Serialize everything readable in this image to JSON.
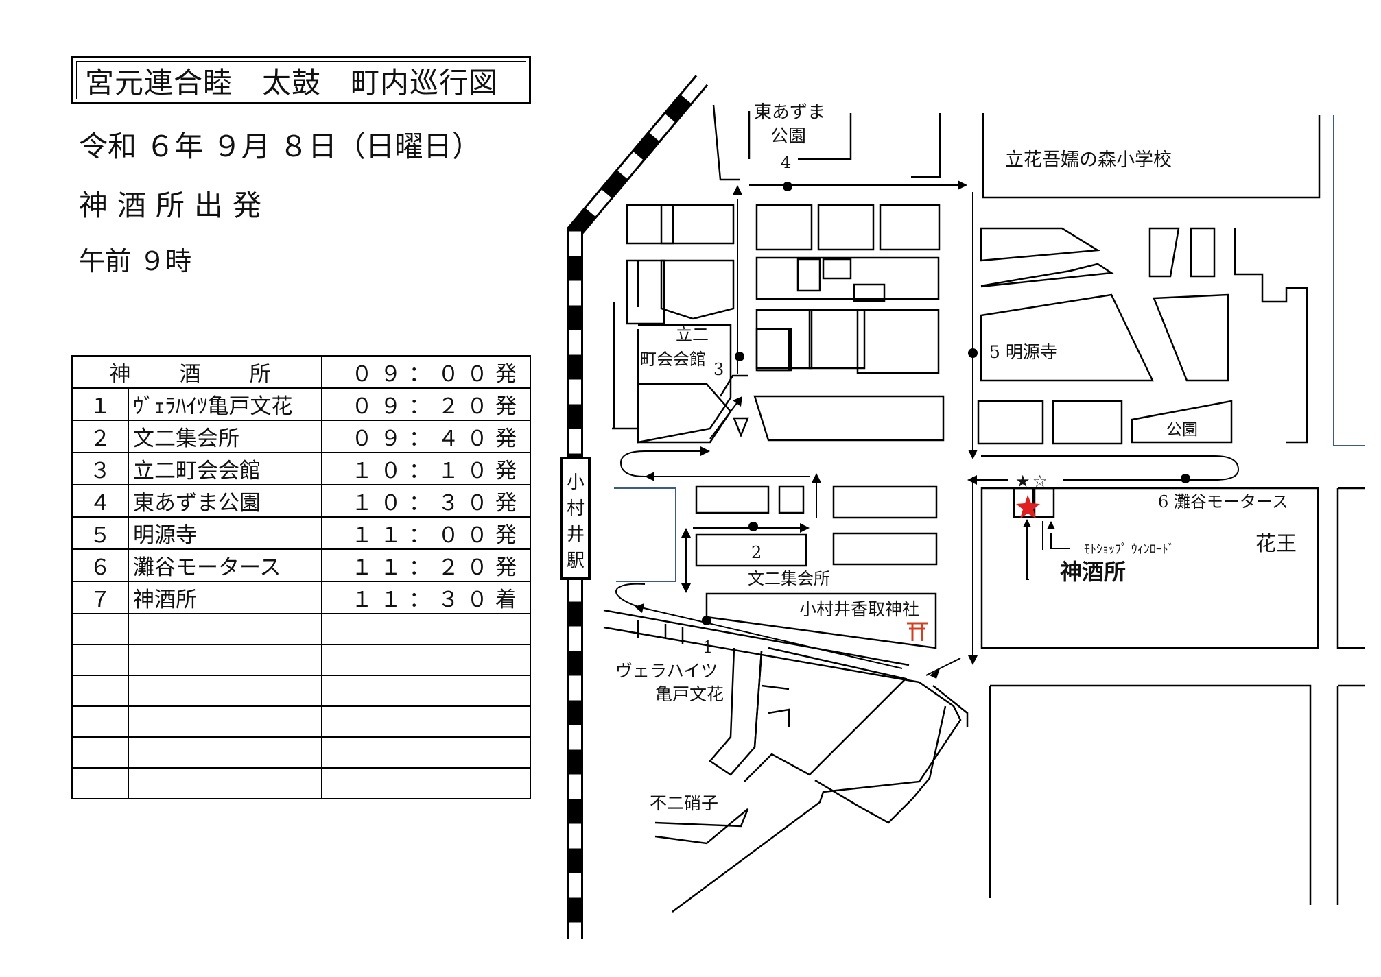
{
  "title": "宮元連合睦　太鼓　町内巡行図",
  "date": "令和 ６年 ９月 ８日（日曜日）",
  "departure": "神酒所出発",
  "start_time": "午前 ９時",
  "schedule": {
    "header": {
      "place": "神　酒　所",
      "time": "０９：００発"
    },
    "rows": [
      {
        "num": "１",
        "place": "ｳﾞｪﾗﾊｲﾂ亀戸文花",
        "time": "０９：２０発"
      },
      {
        "num": "２",
        "place": "文二集会所",
        "time": "０９：４０発"
      },
      {
        "num": "３",
        "place": "立二町会会館",
        "time": "１０：１０発"
      },
      {
        "num": "４",
        "place": "東あずま公園",
        "time": "１０：３０発"
      },
      {
        "num": "５",
        "place": "明源寺",
        "time": "１１：００発"
      },
      {
        "num": "６",
        "place": "灘谷モータース",
        "time": "１１：２０発"
      },
      {
        "num": "７",
        "place": "神酒所",
        "time": "１１：３０着"
      }
    ],
    "empty_rows": 6
  },
  "map": {
    "station": [
      "小",
      "村",
      "井",
      "駅"
    ],
    "labels": {
      "higashi_azuma_1": "東あずま",
      "higashi_azuma_2": "公園",
      "stop_4": "4",
      "school": "立花吾嬬の森小学校",
      "tatsuni_1": "立二",
      "tatsuni_2": "町会会館",
      "stop_3": "3",
      "stop_5": "5 明源寺",
      "park": "公園",
      "stop_6": "6 灘谷モータース",
      "kao": "花王",
      "window": "ﾓﾄｼｮｯﾌﾟ ｳｨﾝﾛｰﾄﾞ",
      "mikisho": "神酒所",
      "stop_2": "2",
      "bunni": "文二集会所",
      "shrine": "小村井香取神社",
      "stop_1": "1",
      "vera_1": "ヴェラハイツ",
      "vera_2": "亀戸文花",
      "fuji": "不二硝子"
    },
    "colors": {
      "star": "#e02020",
      "torii": "#d04020",
      "line": "#000000",
      "blue_line": "#3a5a8c"
    }
  }
}
